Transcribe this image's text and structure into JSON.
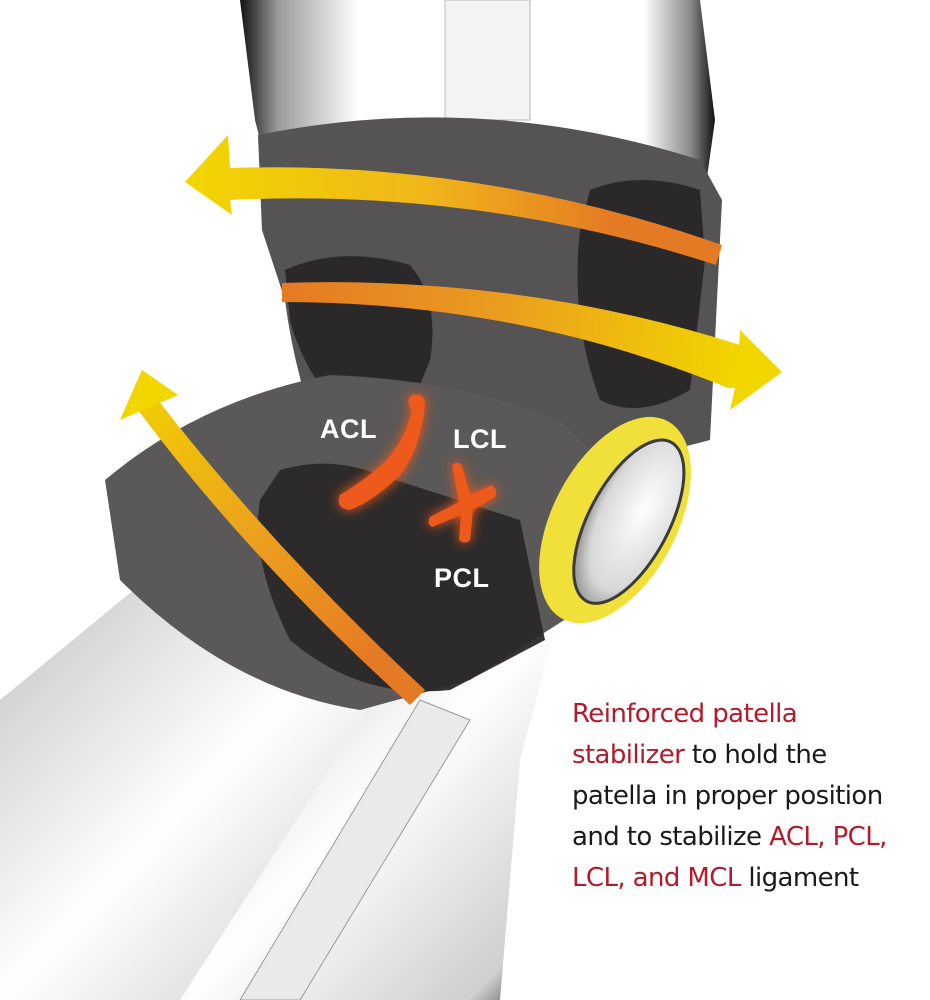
{
  "diagram": {
    "subject": "knee-brace-illustration",
    "ligament_labels": {
      "acl": "ACL",
      "lcl": "LCL",
      "pcl": "PCL"
    },
    "caption": {
      "line1_highlight": "Reinforced patella",
      "line2_highlight": "stabilizer",
      "line2_rest": " to hold the",
      "line3": "patella in proper position",
      "line4_start": "and to stabilize ",
      "line4_highlight": "ACL, PCL,",
      "line5_highlight": "LCL, and MCL",
      "line5_rest": " ligament"
    },
    "colors": {
      "brace_body": "#555354",
      "brace_pads": "#2a2829",
      "arrow_yellow": "#f2d600",
      "arrow_orange": "#e57a24",
      "ligament": "#ee5a1a",
      "patella_ring": "#f1df3a",
      "highlight_text": "#b31b2a",
      "body_text": "#1a1a1a"
    }
  }
}
